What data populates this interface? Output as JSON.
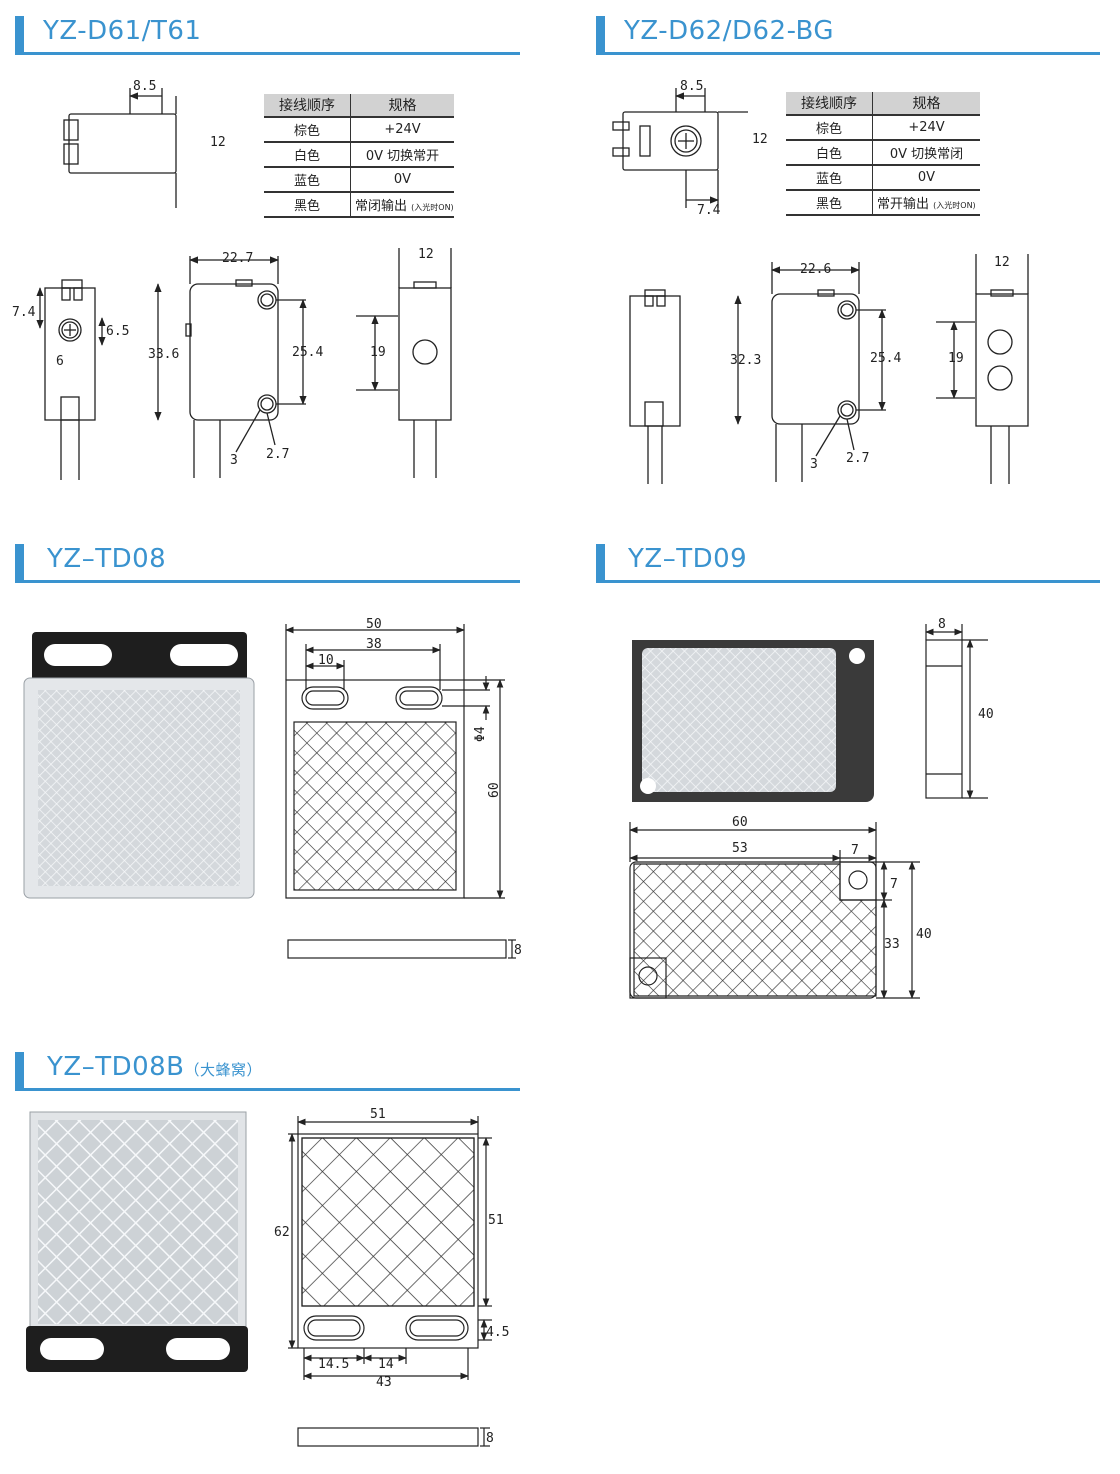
{
  "sections": {
    "d61": {
      "title": "YZ-D61/T61"
    },
    "d62": {
      "title": "YZ-D62/D62-BG"
    },
    "td08": {
      "title": "YZ–TD08"
    },
    "td09": {
      "title": "YZ–TD09"
    },
    "td08b": {
      "title": "YZ–TD08B",
      "subtitle": "（大蜂窝）"
    }
  },
  "d61_table": {
    "col1": "接线顺序",
    "col2": "规格",
    "rows": [
      {
        "color": "棕色",
        "spec": "+24V"
      },
      {
        "color": "白色",
        "spec": "0V 切换常开"
      },
      {
        "color": "蓝色",
        "spec": "0V"
      },
      {
        "color": "黑色",
        "spec": "常闭输出",
        "note": "(入光时ON)"
      }
    ]
  },
  "d62_table": {
    "col1": "接线顺序",
    "col2": "规格",
    "rows": [
      {
        "color": "棕色",
        "spec": "+24V"
      },
      {
        "color": "白色",
        "spec": "0V 切换常闭"
      },
      {
        "color": "蓝色",
        "spec": "0V"
      },
      {
        "color": "黑色",
        "spec": "常开输出",
        "note": "(入光时ON)"
      }
    ]
  },
  "dims": {
    "d61": {
      "top_w": "8.5",
      "top_h": "12",
      "side_a": "7.4",
      "side_b": "6.5",
      "side_c": "6",
      "front_w": "22.7",
      "front_h": "33.6",
      "hole_pitch": "25.4",
      "hole_d": "2.7",
      "hole_r": "3",
      "end_w": "12",
      "end_h": "19"
    },
    "d62": {
      "top_w": "8.5",
      "top_h": "12",
      "top_off": "7.4",
      "front_w": "22.6",
      "front_h": "32.3",
      "hole_pitch": "25.4",
      "hole_d": "2.7",
      "hole_r": "3",
      "end_w": "12",
      "end_h": "19"
    },
    "td08": {
      "w": "50",
      "slot_pitch": "38",
      "slot_w": "10",
      "h": "60",
      "hole": "Φ4",
      "t": "8"
    },
    "td09": {
      "t": "8",
      "h": "40",
      "w": "60",
      "w2": "53",
      "hole": "7",
      "hole_h": "7",
      "h2": "33",
      "h_total": "40"
    },
    "td08b": {
      "w": "51",
      "h_total": "62",
      "h": "51",
      "tab": "4.5",
      "slot_off": "14.5",
      "slot_w": "14",
      "slot_pitch": "43",
      "t": "8"
    }
  },
  "colors": {
    "accent": "#3a93cf"
  }
}
